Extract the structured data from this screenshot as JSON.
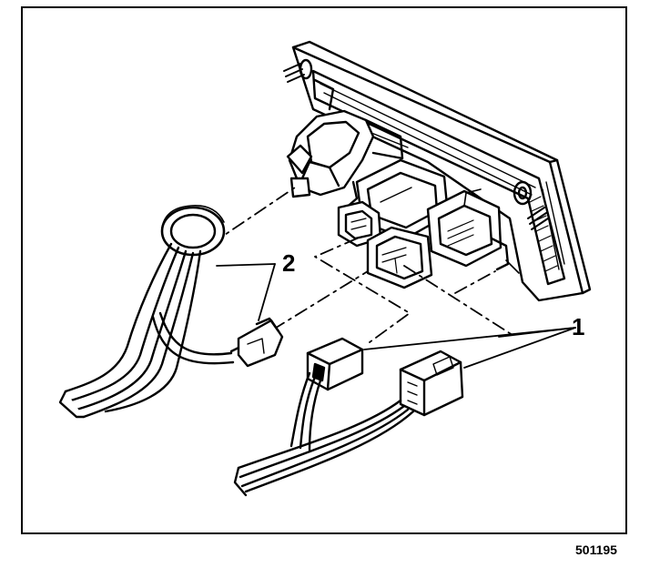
{
  "diagram": {
    "callouts": [
      {
        "id": "callout-1",
        "label": "1"
      },
      {
        "id": "callout-2",
        "label": "2"
      }
    ],
    "figure_number": "501195",
    "colors": {
      "ink": "#000000",
      "paper": "#ffffff",
      "shade": "#d6d6d6"
    }
  }
}
